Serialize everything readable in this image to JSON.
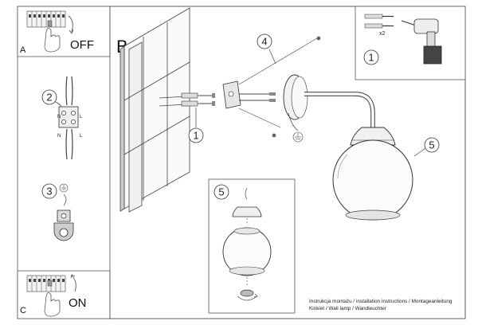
{
  "panels": {
    "a": {
      "letter": "A",
      "switch_label": "OFF"
    },
    "b": {
      "letter": "B"
    },
    "c": {
      "letter": "C",
      "switch_label": "ON"
    }
  },
  "steps": {
    "s1_tools": "1",
    "s1_main": "1",
    "s2": "2",
    "s3": "3",
    "s4": "4",
    "s5_main": "5",
    "s5_detail": "5"
  },
  "tools": {
    "quantity": "x2"
  },
  "wiring": {
    "n_top": "N",
    "n_bottom": "N",
    "l_top": "L",
    "l_bottom": "L"
  },
  "footer": {
    "line1": "Instrukcja montażu / installation instructions / Montageanleitung",
    "line2": "Kinkiet / Wall lamp / Wandleuchter"
  }
}
